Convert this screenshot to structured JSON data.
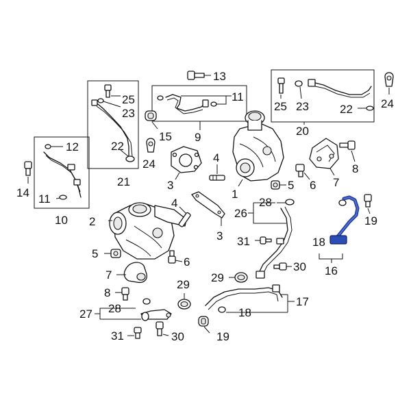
{
  "callouts": {
    "c1": "1",
    "c2": "2",
    "c3a": "3",
    "c3b": "3",
    "c4a": "4",
    "c4b": "4",
    "c5a": "5",
    "c5b": "5",
    "c6a": "6",
    "c6b": "6",
    "c7a": "7",
    "c7b": "7",
    "c8a": "8",
    "c8b": "8",
    "c9": "9",
    "c10": "10",
    "c11a": "11",
    "c11b": "11",
    "c12": "12",
    "c13": "13",
    "c14": "14",
    "c15": "15",
    "c16": "16",
    "c17": "17",
    "c18a": "18",
    "c18b": "18",
    "c19a": "19",
    "c19b": "19",
    "c20": "20",
    "c21": "21",
    "c22a": "22",
    "c22b": "22",
    "c23a": "23",
    "c23b": "23",
    "c24a": "24",
    "c24b": "24",
    "c25a": "25",
    "c25b": "25",
    "c26": "26",
    "c27": "27",
    "c28a": "28",
    "c28b": "28",
    "c29a": "29",
    "c29b": "29",
    "c30a": "30",
    "c30b": "30",
    "c31a": "31",
    "c31b": "31"
  },
  "colors": {
    "highlight": "#2c4db3",
    "line": "#111111"
  }
}
